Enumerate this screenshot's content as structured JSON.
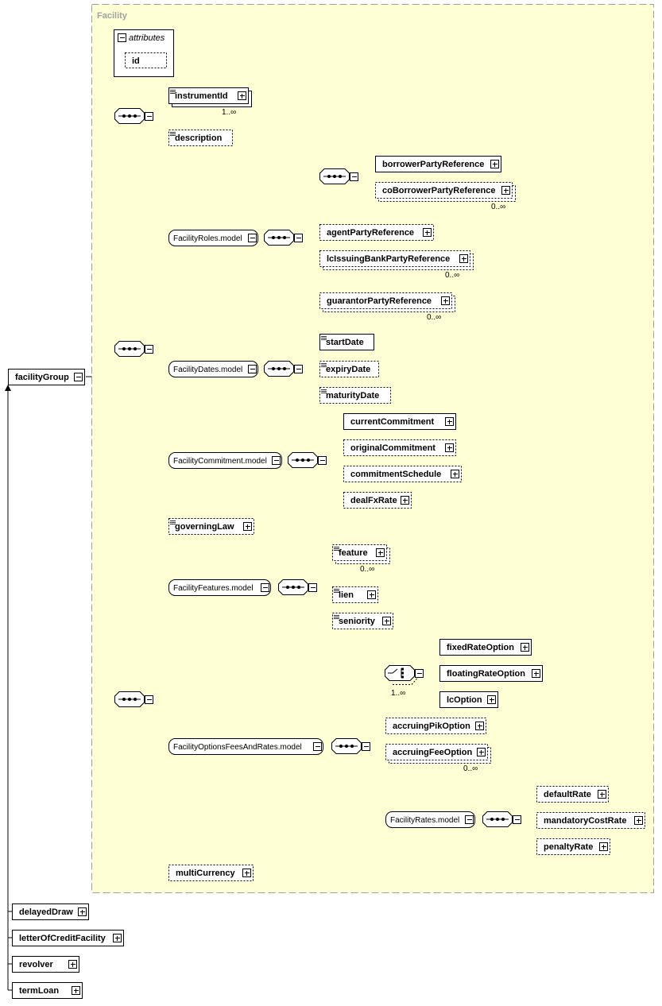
{
  "container": {
    "title": "Facility"
  },
  "attributes": {
    "title": "attributes",
    "items": [
      "id"
    ]
  },
  "root": "facilityGroup",
  "elements": {
    "instrumentId": "instrumentId",
    "description": "description",
    "borrowerPartyReference": "borrowerPartyReference",
    "coBorrowerPartyReference": "coBorrowerPartyReference",
    "agentPartyReference": "agentPartyReference",
    "lcIssuingBankPartyReference": "lcIssuingBankPartyReference",
    "guarantorPartyReference": "guarantorPartyReference",
    "startDate": "startDate",
    "expiryDate": "expiryDate",
    "maturityDate": "maturityDate",
    "currentCommitment": "currentCommitment",
    "originalCommitment": "originalCommitment",
    "commitmentSchedule": "commitmentSchedule",
    "dealFxRate": "dealFxRate",
    "governingLaw": "governingLaw",
    "feature": "feature",
    "lien": "lien",
    "seniority": "seniority",
    "fixedRateOption": "fixedRateOption",
    "floatingRateOption": "floatingRateOption",
    "lcOption": "lcOption",
    "accruingPikOption": "accruingPikOption",
    "accruingFeeOption": "accruingFeeOption",
    "defaultRate": "defaultRate",
    "mandatoryCostRate": "mandatoryCostRate",
    "penaltyRate": "penaltyRate",
    "multiCurrency": "multiCurrency"
  },
  "models": {
    "facilityRoles": "FacilityRoles.model",
    "facilityDates": "FacilityDates.model",
    "facilityCommitment": "FacilityCommitment.model",
    "facilityFeatures": "FacilityFeatures.model",
    "facilityOptions": "FacilityOptionsFeesAndRates.model",
    "facilityRates": "FacilityRates.model"
  },
  "cardinality": {
    "many_required": "1..∞",
    "many_optional": "0..∞"
  },
  "derived": [
    "delayedDraw",
    "letterOfCreditFacility",
    "revolver",
    "termLoan"
  ],
  "colors": {
    "background": "#ffffd5",
    "border": "#a0a0a0",
    "line": "#000000"
  }
}
